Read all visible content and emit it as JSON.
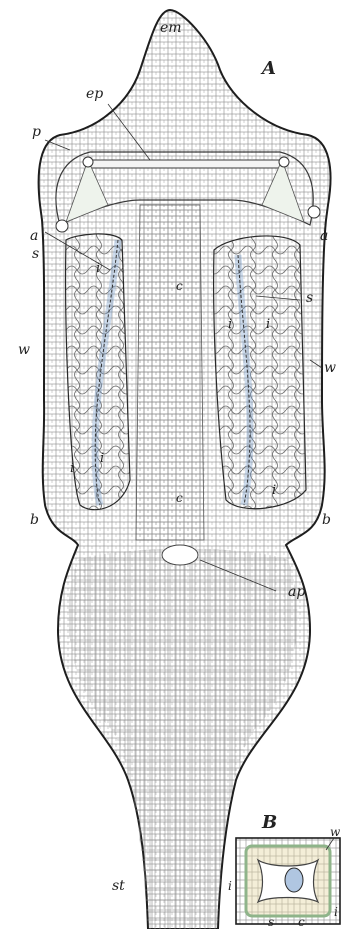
{
  "figure": {
    "panel_a": "A",
    "panel_b": "B"
  },
  "labels_a": {
    "em": "em",
    "ep": "ep",
    "p": "p",
    "a_left": "a",
    "a_right": "a",
    "s_left": "s",
    "s_right": "s",
    "i_top_left": "i",
    "i_mid_left": "i",
    "i_low_left": "i",
    "i_right_1": "i",
    "i_right_2": "i",
    "i_low_right": "i",
    "w_left": "w",
    "w_right": "w",
    "c_top": "c",
    "c_mid": "c",
    "b_left": "b",
    "b_right": "b",
    "ap": "ap",
    "st": "st"
  },
  "labels_b": {
    "w": "w",
    "i_left": "i",
    "s": "s",
    "c": "c",
    "i_right": "i"
  },
  "colors": {
    "outline": "#1e1e1e",
    "cell_wall": "#7a7a7a",
    "paper": "#ffffff",
    "tint_green": "#8fb48a",
    "tint_orange": "#e0a860",
    "tint_blue": "#6f98c8"
  }
}
